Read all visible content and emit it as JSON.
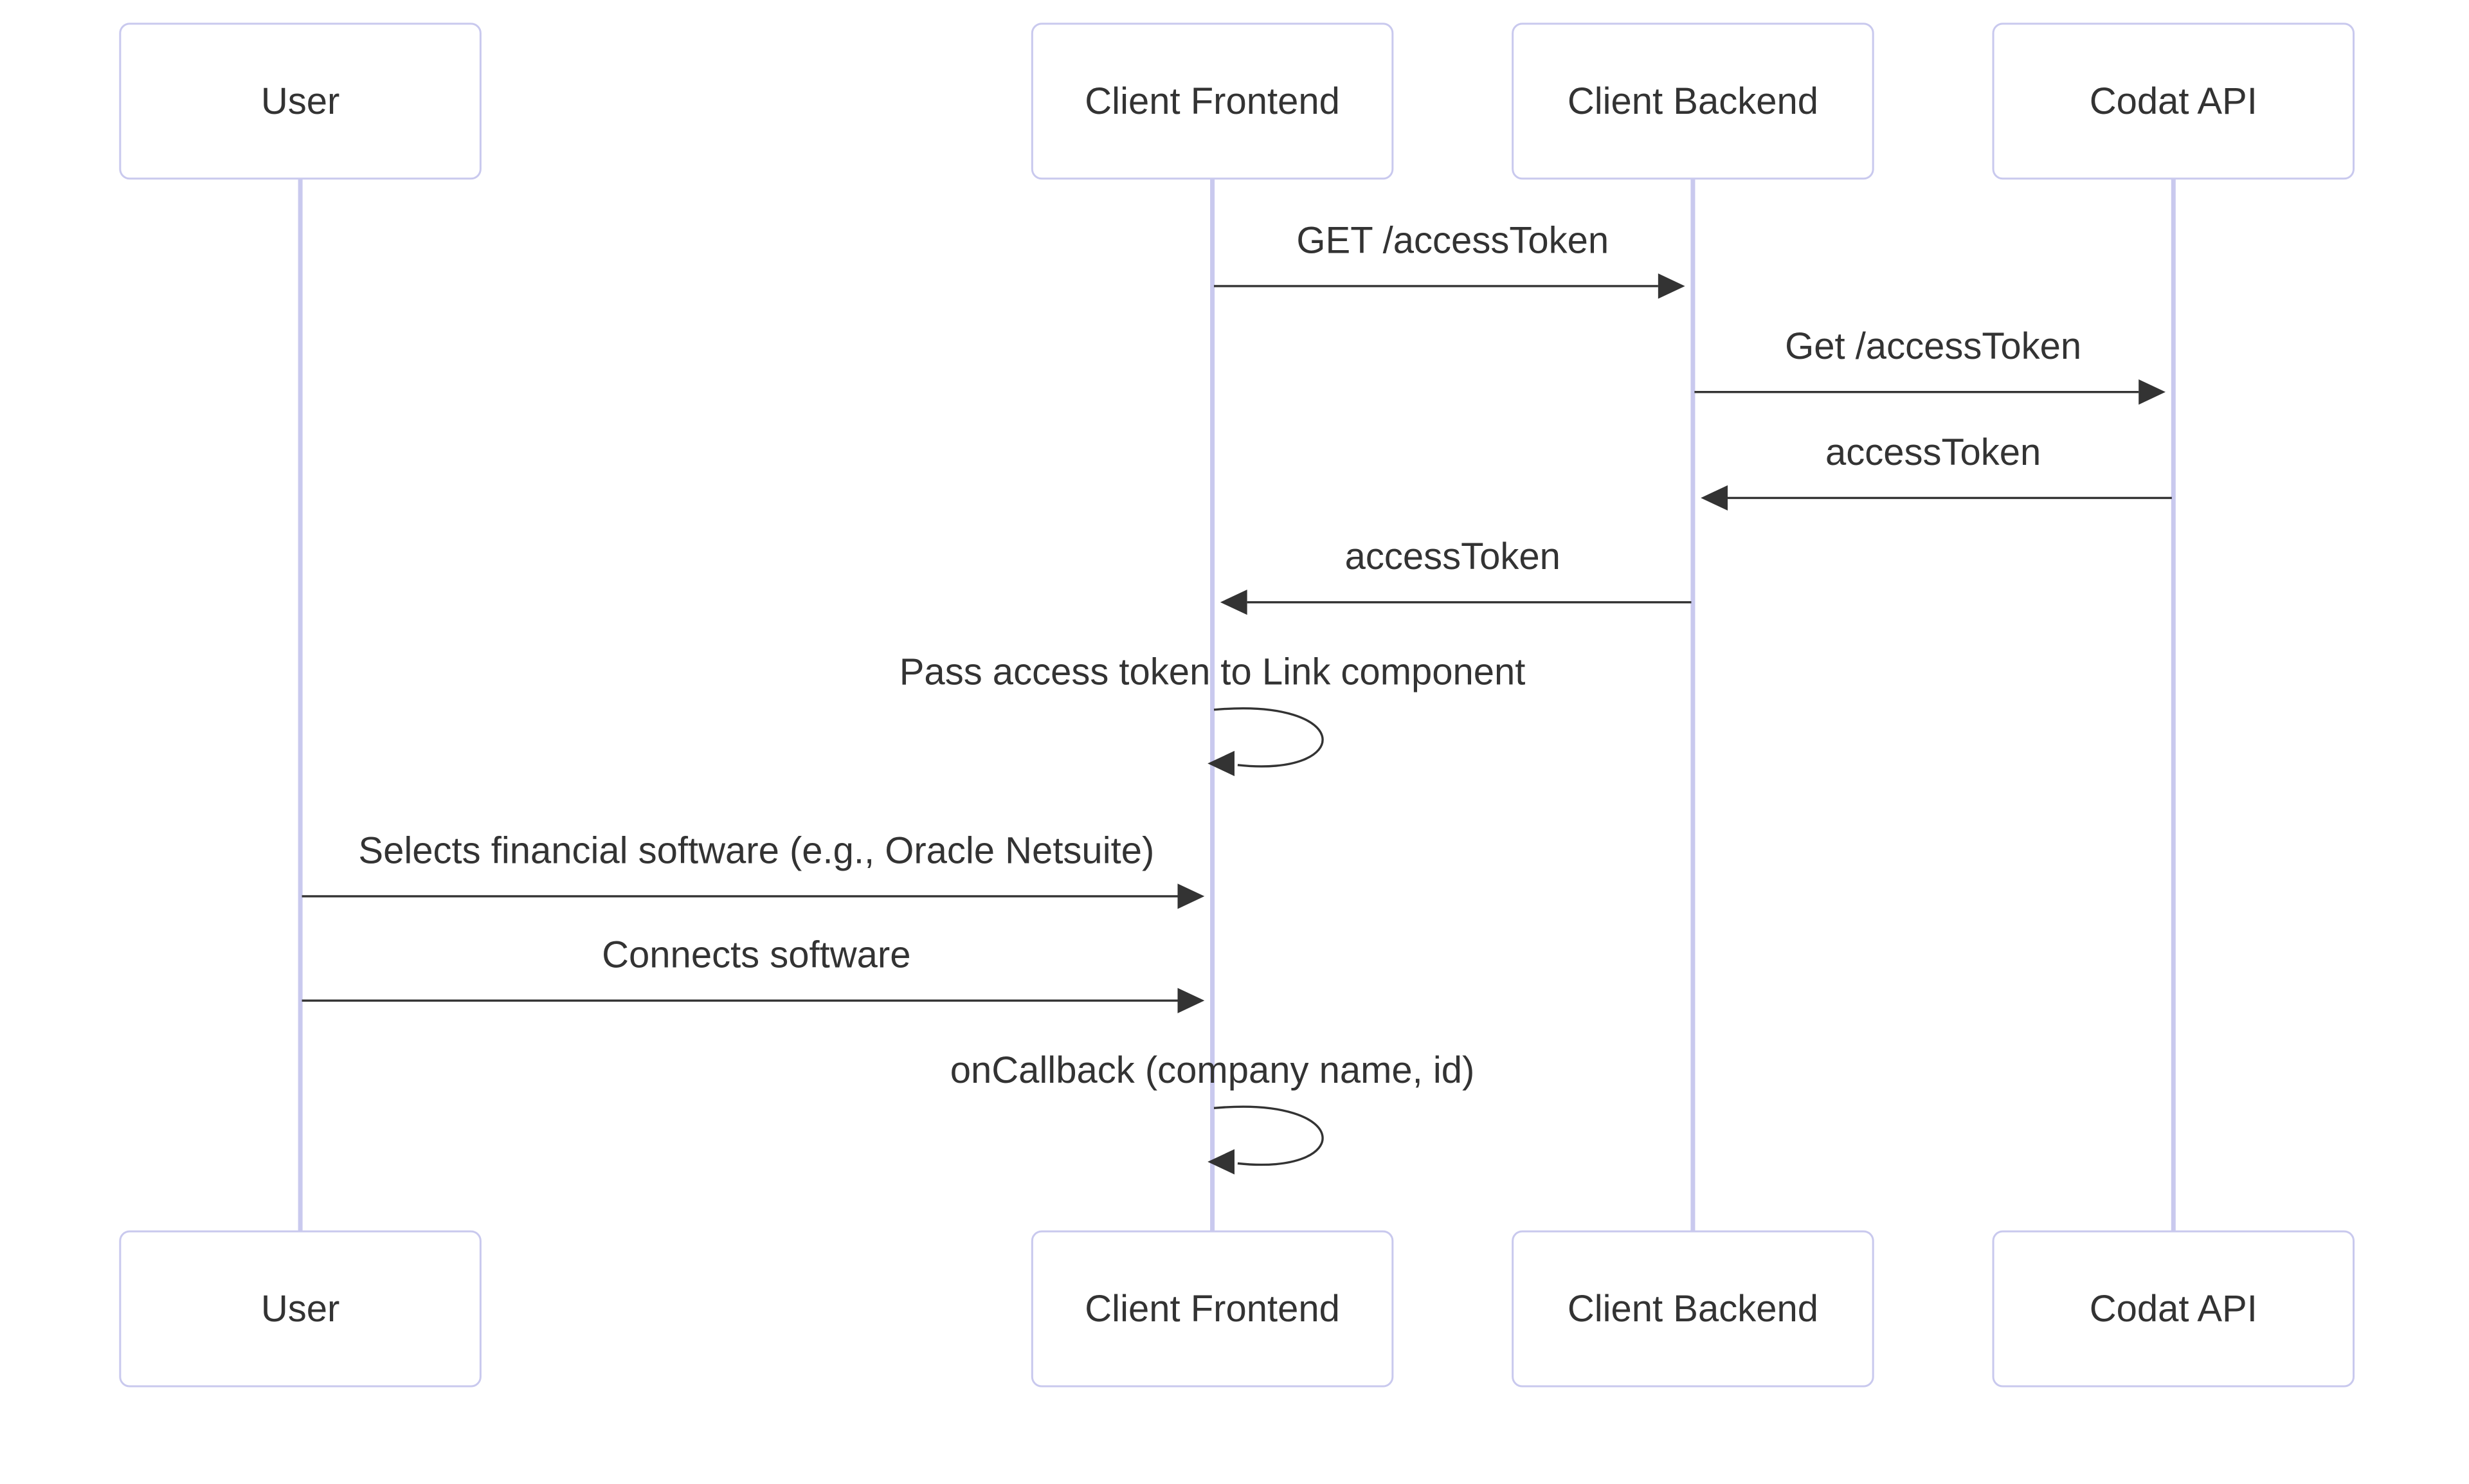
{
  "participants": [
    {
      "id": "user",
      "label": "User"
    },
    {
      "id": "frontend",
      "label": "Client Frontend"
    },
    {
      "id": "backend",
      "label": "Client Backend"
    },
    {
      "id": "codat",
      "label": "Codat API"
    }
  ],
  "messages": [
    {
      "from": "frontend",
      "to": "backend",
      "label": "GET /accessToken"
    },
    {
      "from": "backend",
      "to": "codat",
      "label": "Get /accessToken"
    },
    {
      "from": "codat",
      "to": "backend",
      "label": "accessToken"
    },
    {
      "from": "backend",
      "to": "frontend",
      "label": "accessToken"
    },
    {
      "from": "frontend",
      "to": "frontend",
      "label": "Pass access token to Link component"
    },
    {
      "from": "user",
      "to": "frontend",
      "label": "Selects financial software (e.g., Oracle Netsuite)"
    },
    {
      "from": "user",
      "to": "frontend",
      "label": "Connects software"
    },
    {
      "from": "frontend",
      "to": "frontend",
      "label": "onCallback (company name, id)"
    }
  ],
  "colors": {
    "actor_border": "#c9c9ee",
    "lifeline": "#c9c9ee",
    "line": "#333333",
    "text": "#333333"
  }
}
